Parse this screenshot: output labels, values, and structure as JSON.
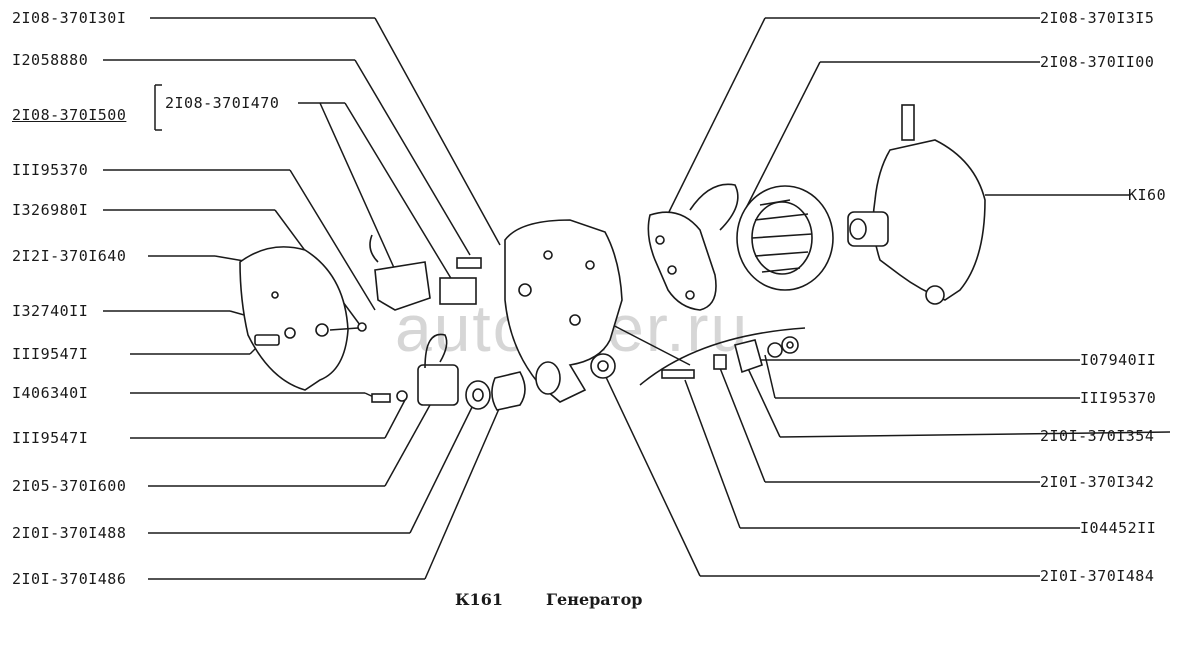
{
  "diagram": {
    "figure_id": "К161",
    "title": "Генератор",
    "watermark": "autopiter.ru",
    "labels_left": [
      "2I08-370I30I",
      "I2058880",
      "2I08-370I500",
      "III95370",
      "I326980I",
      "2I2I-370I640",
      "I32740II",
      "III9547I",
      "I406340I",
      "III9547I",
      "2I05-370I600",
      "2I0I-370I488",
      "2I0I-370I486"
    ],
    "label_group": "2I08-370I470",
    "labels_right": [
      "2I08-370I3I5",
      "2I08-370II00",
      "KI60",
      "I07940II",
      "III95370",
      "2I0I-370I354",
      "2I0I-370I342",
      "I04452II",
      "2I0I-370I484"
    ]
  }
}
